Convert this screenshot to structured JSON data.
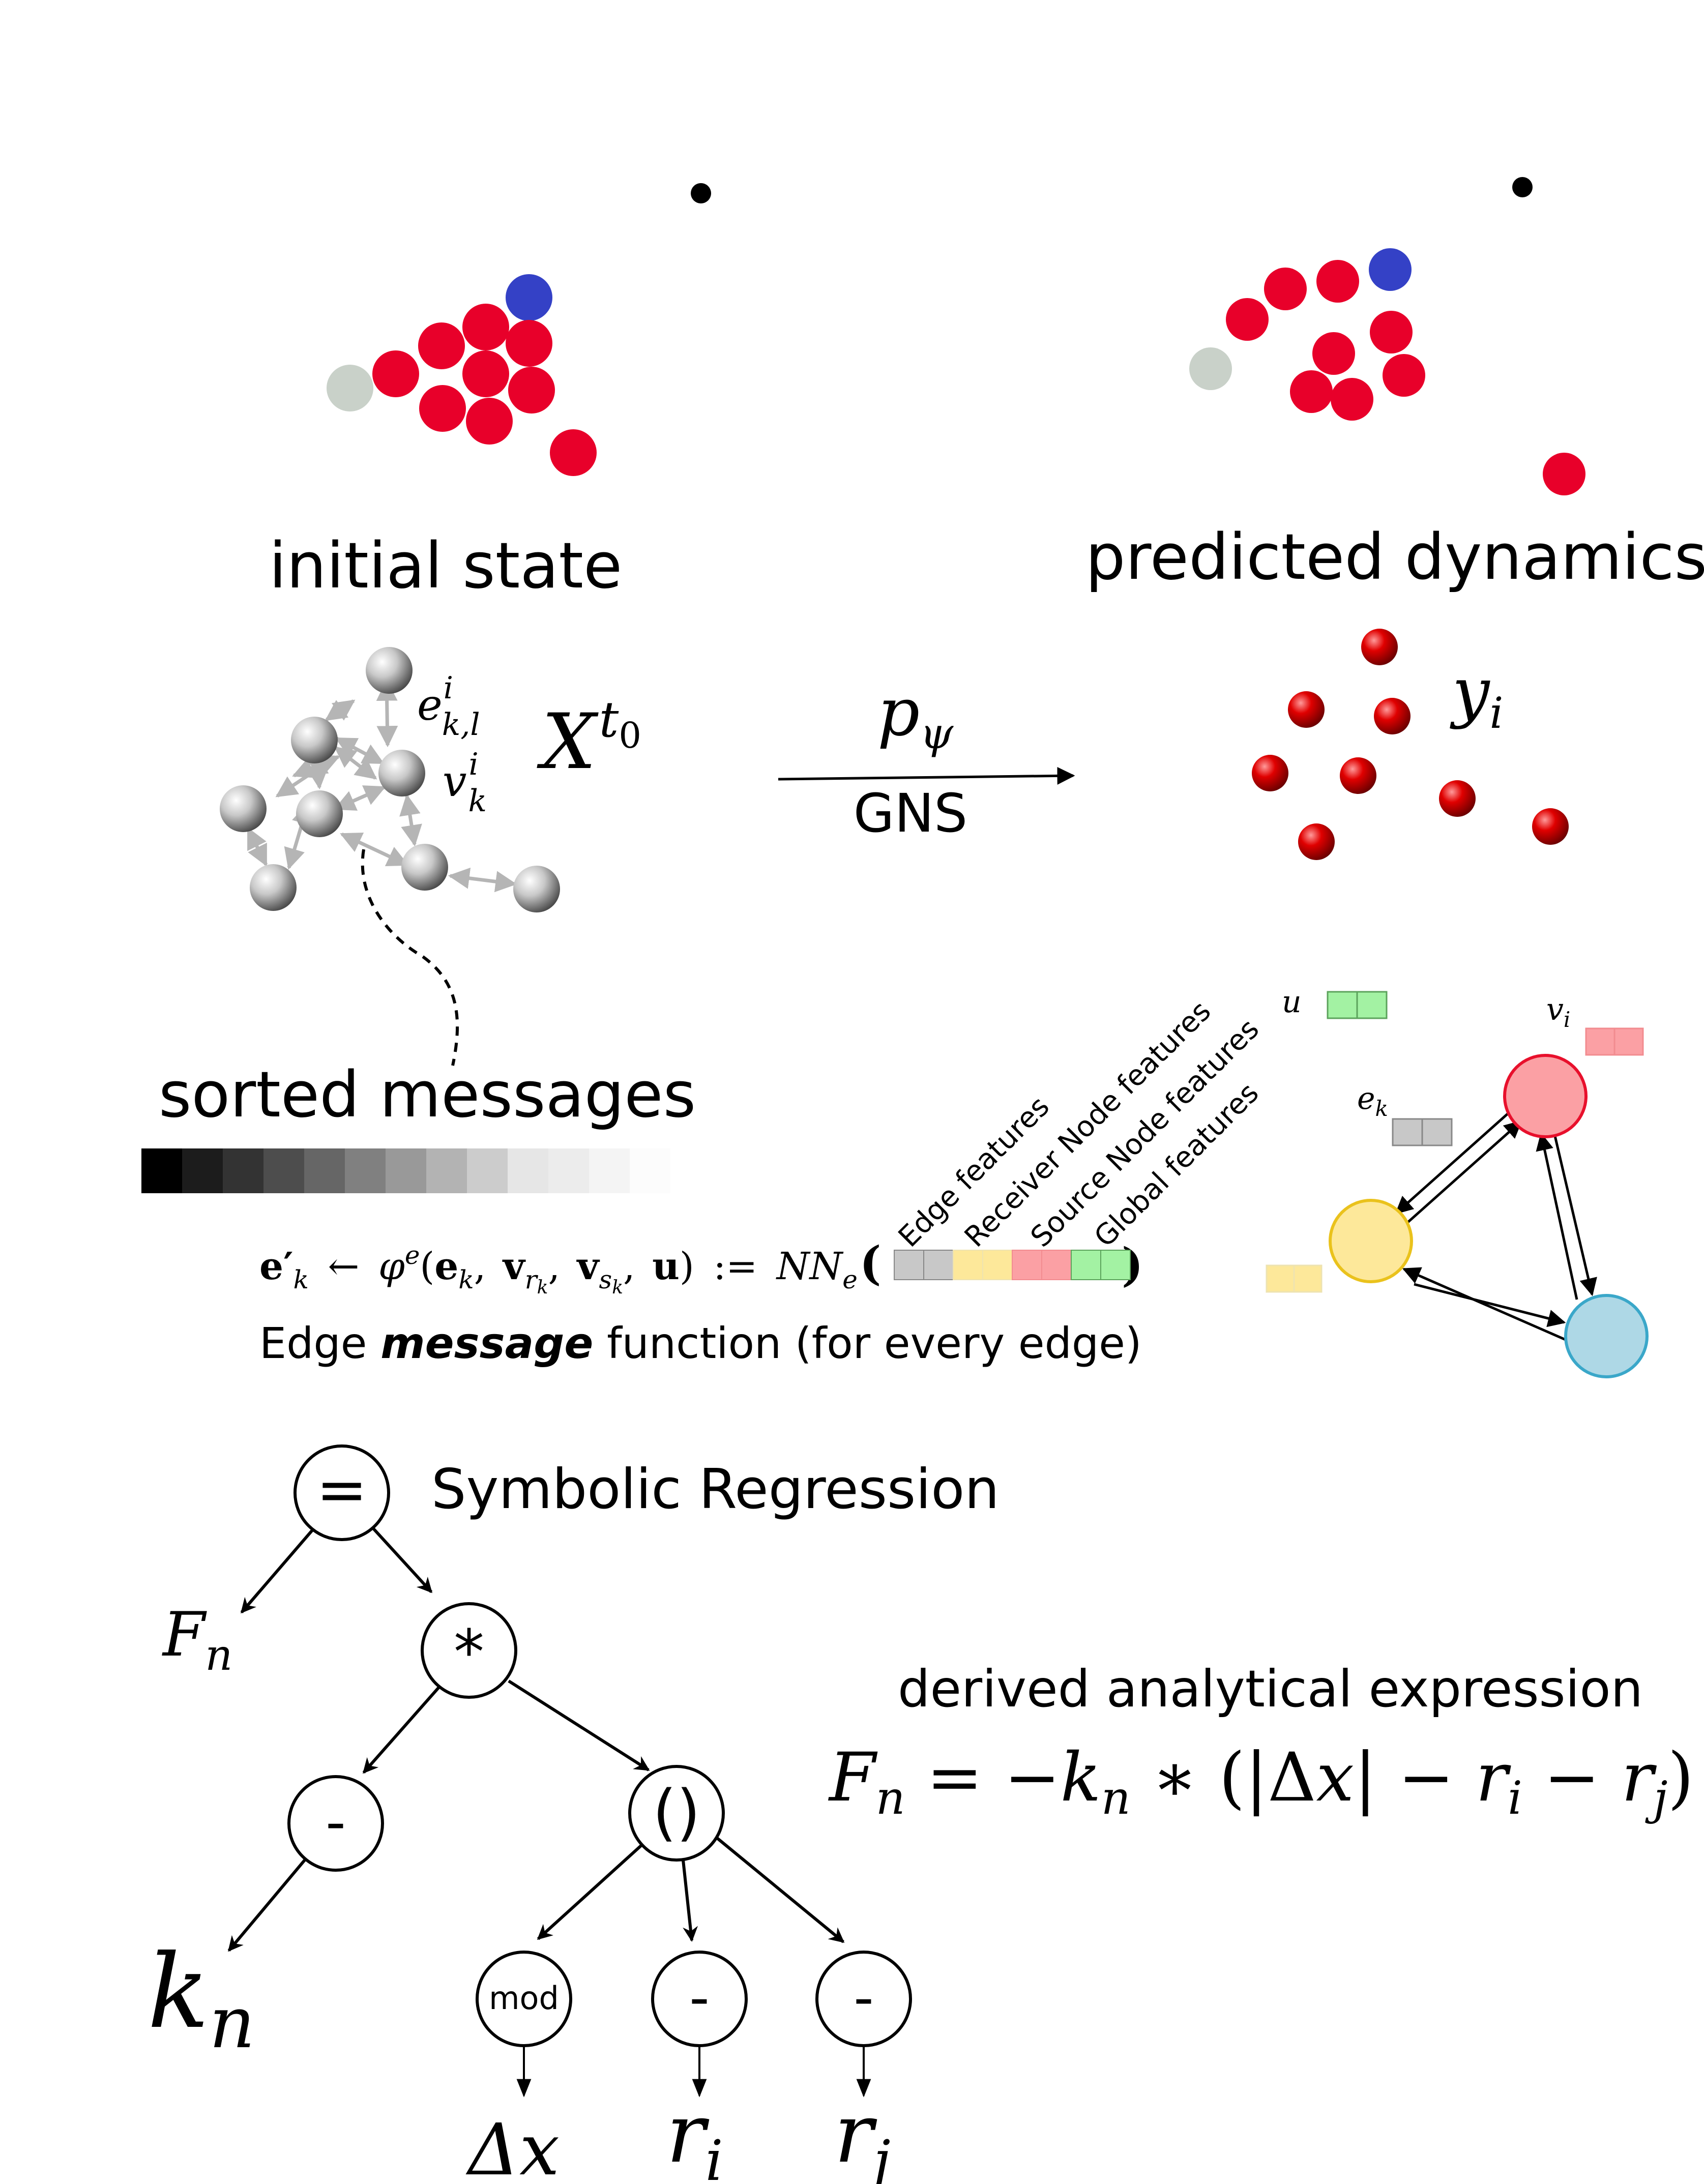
{
  "panels": {
    "initial_label": "initial state",
    "predicted_label": "predicted dynamics",
    "graph_state_label": "X",
    "graph_state_sup": "t",
    "graph_state_sup_sub": "0",
    "edge_label_base": "e",
    "edge_label_sup": "i",
    "edge_label_sub": "k,l",
    "node_label_base": "v",
    "node_label_sup": "i",
    "node_label_sub": "k",
    "model_symbol": "p",
    "model_symbol_sub": "ψ",
    "model_name": "GNS",
    "output_label": "y",
    "output_sub": "i",
    "sorted_messages": "sorted messages"
  },
  "gradient": [
    "#000000",
    "#1c1c1c",
    "#333333",
    "#4d4d4d",
    "#666666",
    "#808080",
    "#999999",
    "#b3b3b3",
    "#cccccc",
    "#e6e6e6",
    "#ececec",
    "#f4f4f4",
    "#fcfcfc"
  ],
  "message_fn": {
    "lhs": "e′",
    "lhs_sub": "k",
    "arrow": "←",
    "phi": "φ",
    "phi_sup": "e",
    "args_open": "(",
    "arg_e": "e",
    "arg_e_sub": "k",
    "comma": ",",
    "arg_vr": "v",
    "arg_vr_sub": "r",
    "arg_vr_subsub": "k",
    "arg_vs": "v",
    "arg_vs_sub": "s",
    "arg_vs_subsub": "k",
    "arg_u": "u",
    "args_close": ")",
    "assign": ":=",
    "nn": "NN",
    "nn_sub": "e",
    "paren_open": "(",
    "paren_close": ")",
    "caption_pre": "Edge ",
    "caption_bold": "message",
    "caption_post": " function (for every edge)"
  },
  "feature_labels": [
    "Edge features",
    "Receiver Node features",
    "Source Node features",
    "Global features"
  ],
  "feature_colors": {
    "edge": "#c8c8c8",
    "receiver": "#fde89a",
    "source": "#fba0a4",
    "global": "#a3f2a3"
  },
  "graph_legend": {
    "u_label": "u",
    "v_label": "v",
    "v_sub": "i",
    "e_label": "e",
    "e_sub": "k"
  },
  "node_colors": {
    "pink": "#fba0a4",
    "pink_stroke": "#e8102c",
    "yellow": "#fde89a",
    "yellow_stroke": "#eac21c",
    "blue": "#aed8e6",
    "blue_stroke": "#3aa7c9"
  },
  "particle_colors": {
    "red": "#e8002a",
    "blue": "#3441c6",
    "gray": "#c9d1c9",
    "black": "#000000"
  },
  "symbolic": {
    "title": "Symbolic Regression",
    "node_eq": "=",
    "node_mul": "*",
    "node_minus1": "-",
    "node_paren": "()",
    "node_mod": "mod",
    "node_minus2": "-",
    "node_minus3": "-",
    "leaf_F": "F",
    "leaf_F_sub": "n",
    "leaf_k": "k",
    "leaf_k_sub": "n",
    "leaf_dx": "Δx",
    "leaf_r": "r",
    "leaf_ri_sub": "i",
    "leaf_rj_sub": "j"
  },
  "expression": {
    "caption": "derived analytical expression",
    "lhs": "F",
    "lhs_sub": "n",
    "eq": " = −",
    "k": "k",
    "k_sub": "n",
    "mul": " ∗ (|Δ",
    "x": "x",
    "bar_minus": "| − ",
    "r1": "r",
    "r1_sub": "i",
    "minus": " − ",
    "r2": "r",
    "r2_sub": "j",
    "close": ")"
  }
}
